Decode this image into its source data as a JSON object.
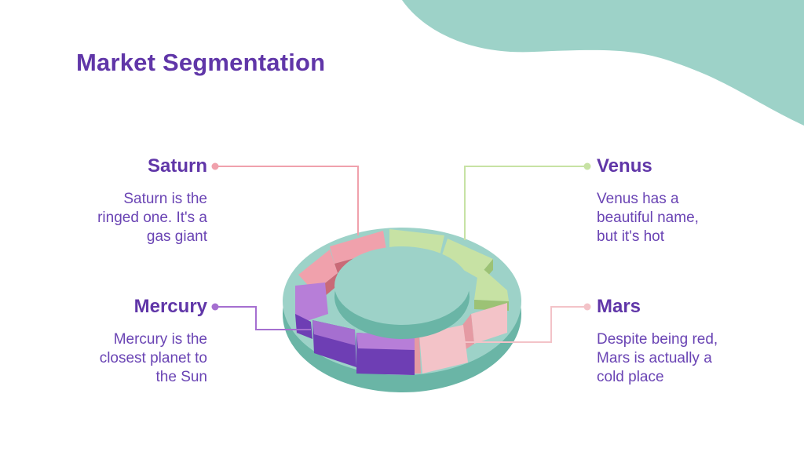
{
  "title": "Market Segmentation",
  "colors": {
    "accent": "#6036a8",
    "teal": "#9dd2c8",
    "saturn": "#f0a1ac",
    "venus": "#c7e2a4",
    "mercury": "#8f58c4",
    "mars": "#f3c3c8"
  },
  "segments": [
    {
      "id": "saturn",
      "title": "Saturn",
      "desc_lines": [
        "Saturn is the",
        "ringed one. It's a",
        "gas giant"
      ]
    },
    {
      "id": "venus",
      "title": "Venus",
      "desc_lines": [
        "Venus has a",
        "beautiful name,",
        "but it's hot"
      ]
    },
    {
      "id": "mercury",
      "title": "Mercury",
      "desc_lines": [
        "Mercury is the",
        "closest planet to",
        "the Sun"
      ]
    },
    {
      "id": "mars",
      "title": "Mars",
      "desc_lines": [
        "Despite being red,",
        "Mars is actually a",
        "cold place"
      ]
    }
  ]
}
